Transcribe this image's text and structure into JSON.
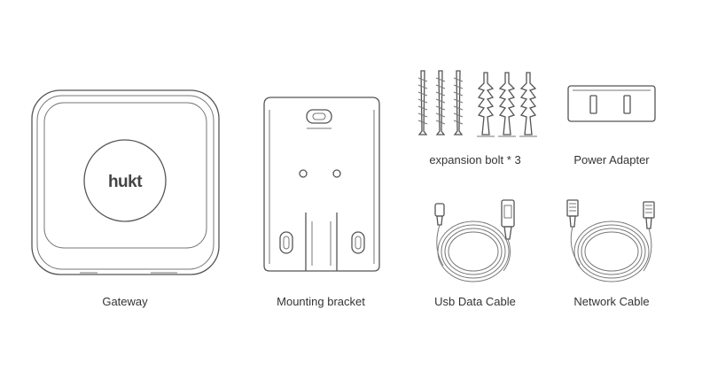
{
  "items": {
    "gateway": {
      "caption": "Gateway",
      "logo_text": "hukt"
    },
    "mounting_bracket": {
      "caption": "Mounting bracket"
    },
    "expansion_bolt": {
      "caption": "expansion bolt * 3"
    },
    "power_adapter": {
      "caption": "Power Adapter"
    },
    "usb_cable": {
      "caption": "Usb Data Cable"
    },
    "network_cable": {
      "caption": "Network Cable"
    }
  }
}
